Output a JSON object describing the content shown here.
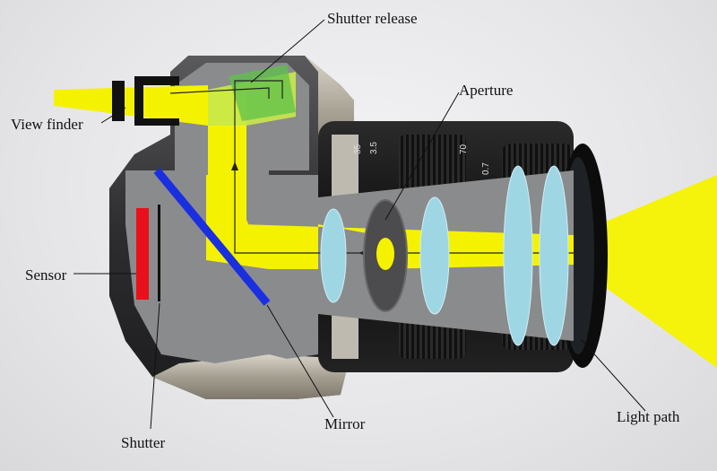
{
  "labels": {
    "shutter_release": "Shutter release",
    "aperture": "Aperture",
    "view_finder": "View finder",
    "sensor": "Sensor",
    "mirror": "Mirror",
    "shutter": "Shutter",
    "light_path": "Light path"
  },
  "lens_markings": [
    "35",
    "3.5",
    "70",
    "0.7"
  ],
  "colors": {
    "light_beam": "#f5f200",
    "sensor": "#e8101a",
    "mirror": "#1a2fe0",
    "cutaway_gray": "#8a8b8d",
    "lens_element": "#9fd6e4",
    "camera_body": "#3a3a3c",
    "lens_barrel": "#151515"
  }
}
